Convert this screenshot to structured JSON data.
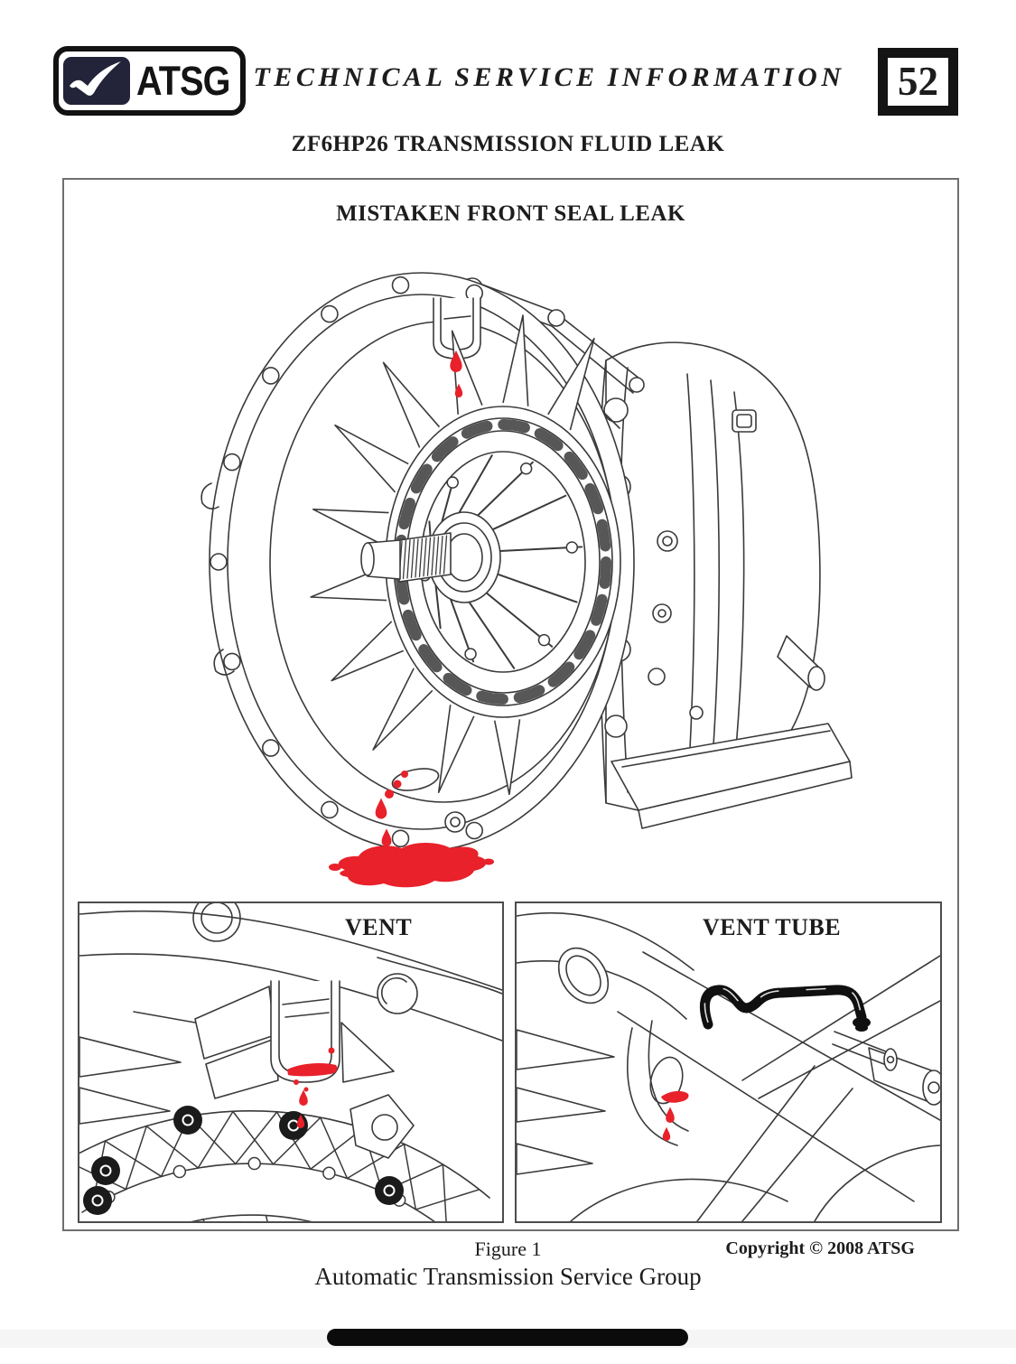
{
  "header": {
    "logo_text": "ATSG",
    "title": "TECHNICAL SERVICE INFORMATION",
    "page_number": "52"
  },
  "document": {
    "title": "ZF6HP26 TRANSMISSION FLUID LEAK",
    "figure": {
      "heading": "MISTAKEN FRONT SEAL LEAK",
      "panels": [
        {
          "label": "VENT"
        },
        {
          "label": "VENT TUBE"
        }
      ],
      "caption": "Figure 1",
      "copyright": "Copyright © 2008 ATSG"
    },
    "footer": "Automatic Transmission Service Group"
  },
  "colors": {
    "leak_red": "#E8212B",
    "logo_navy": "#232339",
    "line": "#3A3A3A"
  }
}
